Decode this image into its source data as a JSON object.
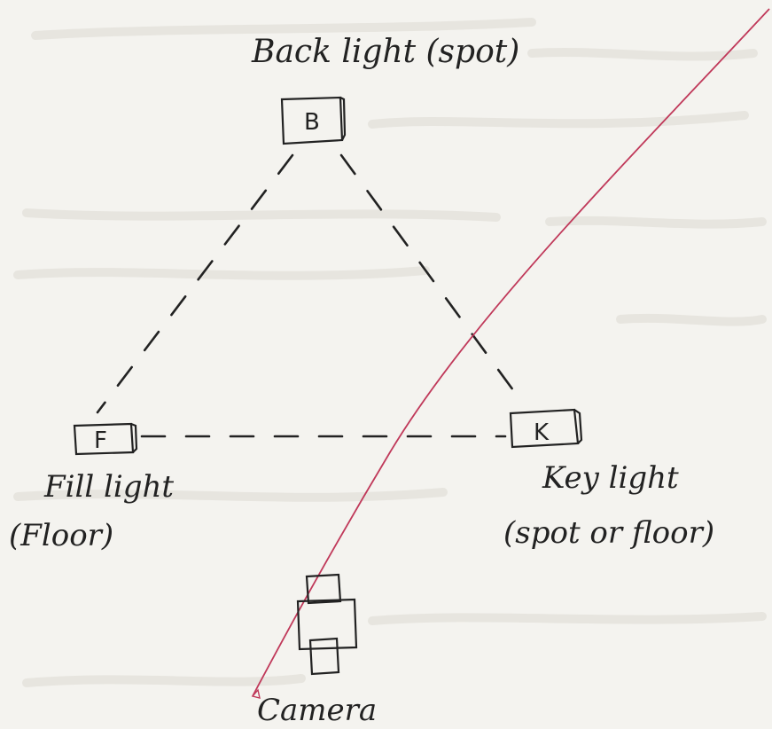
{
  "labels": {
    "back_light": "Back light (spot)",
    "fill_light": "Fill light",
    "fill_light_type": "(Floor)",
    "key_light": "Key light",
    "key_light_type": "(spot or floor)",
    "camera": "Camera"
  },
  "boxes": {
    "back": "B",
    "fill": "F",
    "key": "K"
  },
  "colors": {
    "ink": "#222222",
    "red_line": "#c0395a",
    "paper": "#f4f3ef"
  }
}
